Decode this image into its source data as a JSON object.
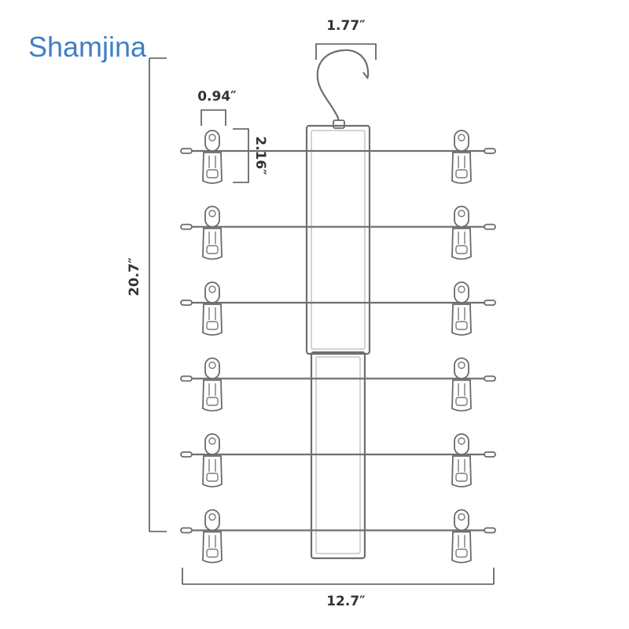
{
  "brand": {
    "name": "Shamjina",
    "color": "#3f7fc4"
  },
  "dimensions": {
    "hook_width": "1.77″",
    "clip_width": "0.94″",
    "clip_height": "2.16″",
    "total_height": "20.7″",
    "total_width": "12.7″"
  },
  "product": {
    "tiers": 6
  }
}
